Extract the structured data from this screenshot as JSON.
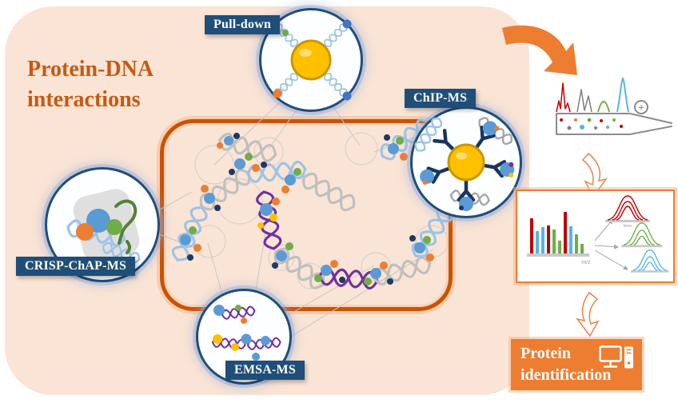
{
  "title": {
    "line1": "Protein-DNA",
    "line2": "interactions"
  },
  "methods": [
    {
      "id": "pull-down",
      "label": "Pull-down",
      "icon": "bead-dna-pulldown-icon"
    },
    {
      "id": "chip-ms",
      "label": "ChIP-MS",
      "icon": "bead-antibody-icon"
    },
    {
      "id": "crisp-chap-ms",
      "label": "CRISP-ChAP-MS",
      "icon": "cas9-grna-dna-icon"
    },
    {
      "id": "emsa-ms",
      "label": "EMSA-MS",
      "icon": "dna-protein-complex-icon"
    }
  ],
  "workflow": {
    "electrospray": {
      "icon": "lc-ms-electrospray-icon",
      "charge_symbol": "+"
    },
    "spectrum_box": {
      "xlabel": "m/z",
      "peak_label": "time",
      "icon": "mass-spectrum-icon"
    },
    "result": {
      "line1": "Protein",
      "line2": "identification",
      "icon": "computer-icon"
    }
  },
  "colors": {
    "panel_bg": "#FAE4D5",
    "accent_orange": "#ED7D31",
    "deep_orange": "#CC5200",
    "title_text": "#C55A11",
    "label_bg": "#1F4E79",
    "bead_yellow": "#FFC000",
    "dna_blue": "#9DC3E6",
    "dna_gray": "#BFBFBF",
    "dna_purple": "#7030A0",
    "protein_blue": "#5B9BD5",
    "protein_orange": "#ED7D31",
    "protein_green": "#70AD47",
    "protein_navy": "#1F3864",
    "peak_red": "#C00000",
    "peak_green": "#70AD47",
    "peak_blue": "#56B4E9"
  }
}
